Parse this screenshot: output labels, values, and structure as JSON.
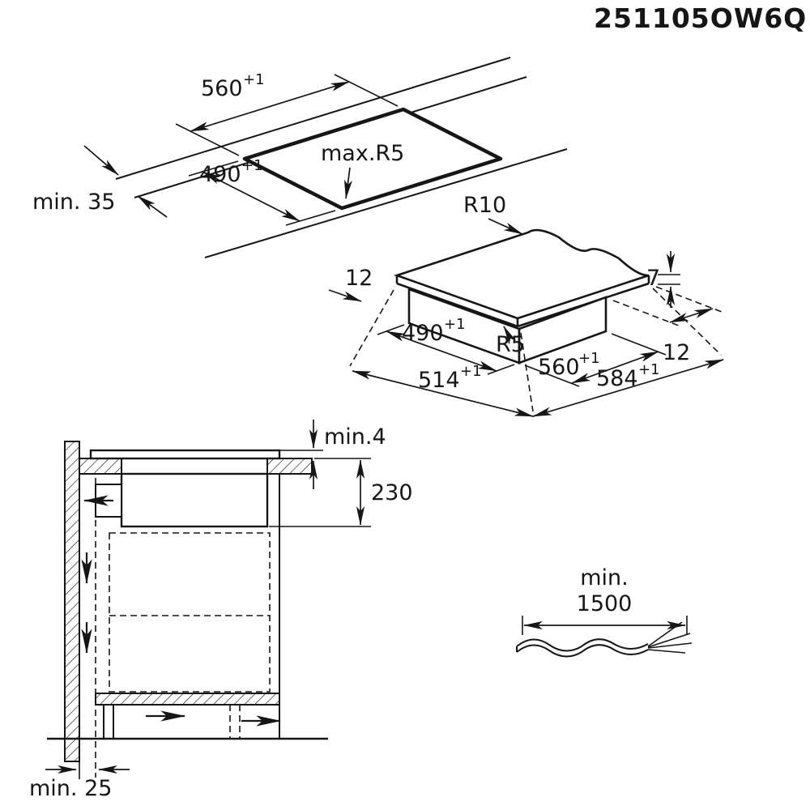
{
  "page": {
    "background": "#ffffff",
    "line_color": "#161616"
  },
  "title_code": "251105OW6Q",
  "cutout_view": {
    "width": "560",
    "width_tol": "+1",
    "depth": "490",
    "depth_tol": "+1",
    "corner_radius": "max.R5",
    "front_edge_distance": "min. 35"
  },
  "hob_view": {
    "glass_corner_radius": "R10",
    "overhang_left": "12",
    "glass_thickness": "7",
    "body_depth": "490",
    "body_depth_tol": "+1",
    "body_corner_radius": "R5",
    "body_width": "560",
    "body_width_tol": "+1",
    "overhang_right": "12",
    "glass_depth": "514",
    "glass_depth_tol": "+1",
    "glass_width": "584",
    "glass_width_tol": "+1"
  },
  "side_view": {
    "top_gap": "min.4",
    "height": "230",
    "wall_gap": "min. 25"
  },
  "cable_view": {
    "min_label": "min.",
    "length": "1500"
  }
}
